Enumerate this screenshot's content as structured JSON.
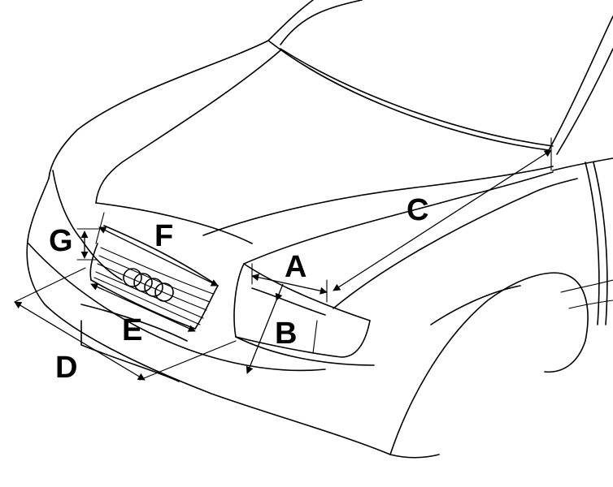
{
  "labels": {
    "a": "A",
    "b": "B",
    "c": "C",
    "d": "D",
    "e": "E",
    "f": "F",
    "g": "G"
  },
  "colors": {
    "line": "#000000",
    "background": "#ffffff"
  }
}
